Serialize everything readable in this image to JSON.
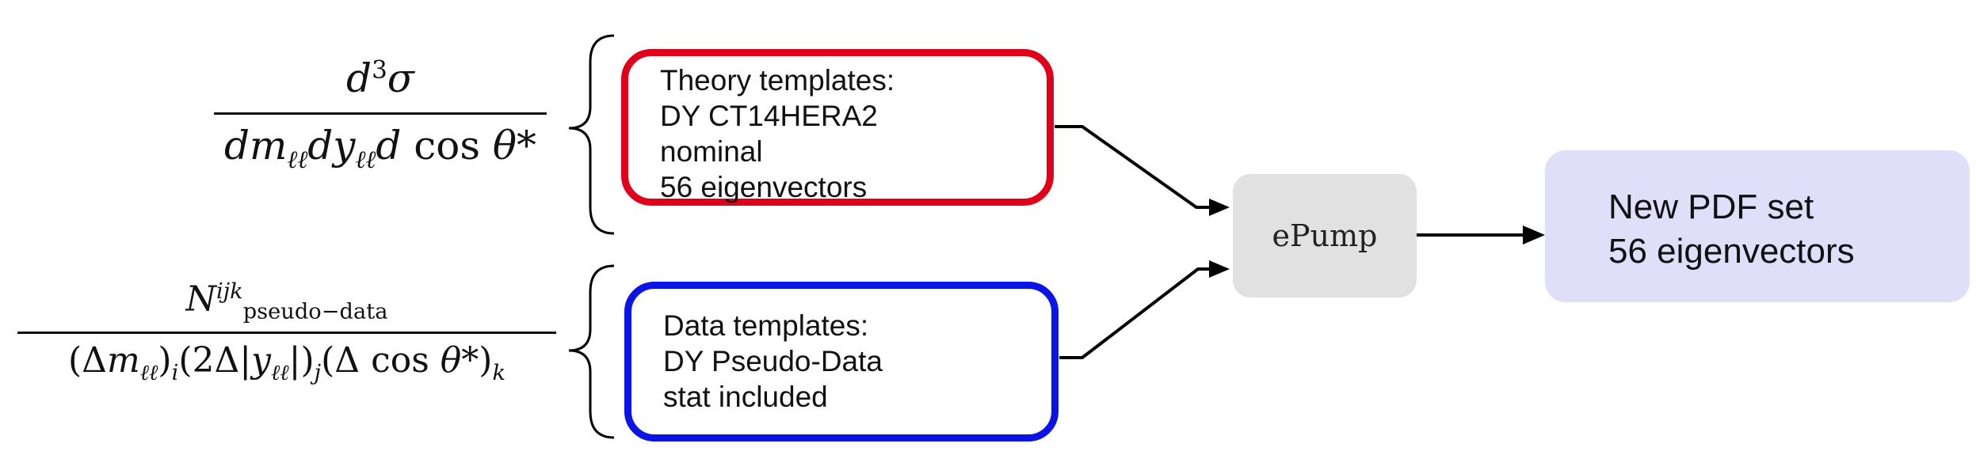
{
  "theory_templates": {
    "lines": [
      "Theory templates:",
      "DY CT14HERA2",
      "nominal",
      "56 eigenvectors"
    ],
    "border_color": "#e0001a"
  },
  "data_templates": {
    "lines": [
      "Data templates:",
      "DY Pseudo-Data",
      "stat included"
    ],
    "border_color": "#0a14e6"
  },
  "processor": {
    "label": "ePump",
    "fill_color": "#e1e1e1"
  },
  "result": {
    "lines": [
      "New PDF set",
      "56 eigenvectors"
    ],
    "fill_color": "#dfdffa"
  },
  "formulas": {
    "theory": {
      "numerator": "d³σ",
      "denominator": "dmℓℓ dyℓℓ d cos θ*"
    },
    "data": {
      "numerator": "N^ijk_pseudo−data",
      "denominator": "(Δmℓℓ)_i (2Δ|yℓℓ|)_j (Δ cos θ*)_k"
    }
  }
}
